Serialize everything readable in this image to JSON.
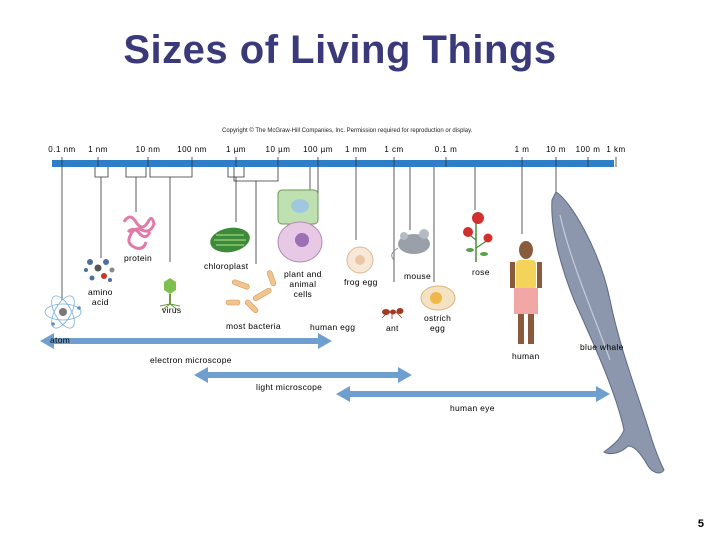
{
  "title": "Sizes of Living Things",
  "copyright": "Copyright © The McGraw-Hill Companies, Inc. Permission required for reproduction or display.",
  "scale_ticks": [
    "0.1 nm",
    "1 nm",
    "10 nm",
    "100 nm",
    "1 µm",
    "10 µm",
    "100 µm",
    "1 mm",
    "1 cm",
    "0.1 m",
    "1 m",
    "10 m",
    "100 m",
    "1 km"
  ],
  "labels": {
    "atom": "atom",
    "amino_acid": "amino\nacid",
    "protein": "protein",
    "virus": "virus",
    "chloroplast": "chloroplast",
    "most_bacteria": "most bacteria",
    "plant_animal_cells": "plant and\nanimal\ncells",
    "human_egg": "human egg",
    "frog_egg": "frog egg",
    "ant": "ant",
    "mouse": "mouse",
    "ostrich_egg": "ostrich\negg",
    "rose": "rose",
    "human": "human",
    "blue_whale": "blue whale"
  },
  "ranges": {
    "electron_microscope": "electron microscope",
    "light_microscope": "light microscope",
    "human_eye": "human eye"
  },
  "page_number": "5",
  "colors": {
    "title": "#3a3a7a",
    "scale_bar": "#2f7fc8",
    "arrow": "#6f9fcf"
  }
}
